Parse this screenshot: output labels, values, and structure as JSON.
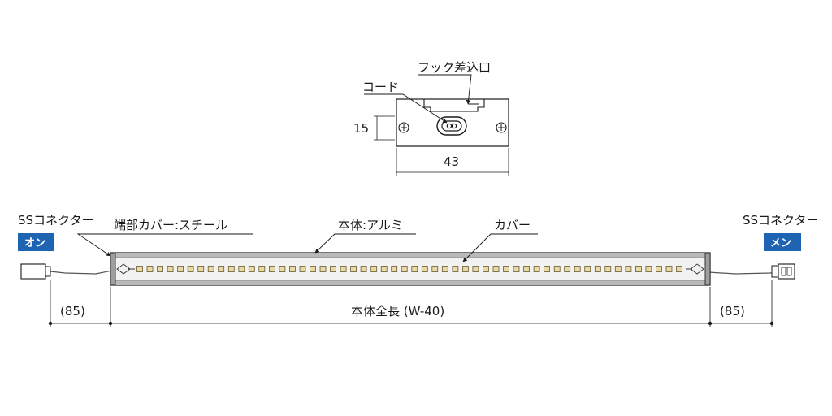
{
  "colors": {
    "tag_blue": "#1f63b3",
    "bar_body": "#cfcfcf",
    "bar_inner": "#f2f2f2",
    "led": "#e8d9a8",
    "line": "#1a1a1a"
  },
  "end_view": {
    "label_hook": "フック差込口",
    "label_cord": "コード",
    "dim_height": "15",
    "dim_width": "43"
  },
  "bar": {
    "label_end_cover": "端部カバー:スチール",
    "label_body": "本体:アルミ",
    "label_cover": "カバー",
    "led_count": 54
  },
  "left_connector": {
    "label": "SSコネクター",
    "tag": "オン"
  },
  "right_connector": {
    "label": "SSコネクター",
    "tag": "メン"
  },
  "dims": {
    "left": "(85)",
    "total": "本体全長 (W-40)",
    "right": "(85)"
  }
}
